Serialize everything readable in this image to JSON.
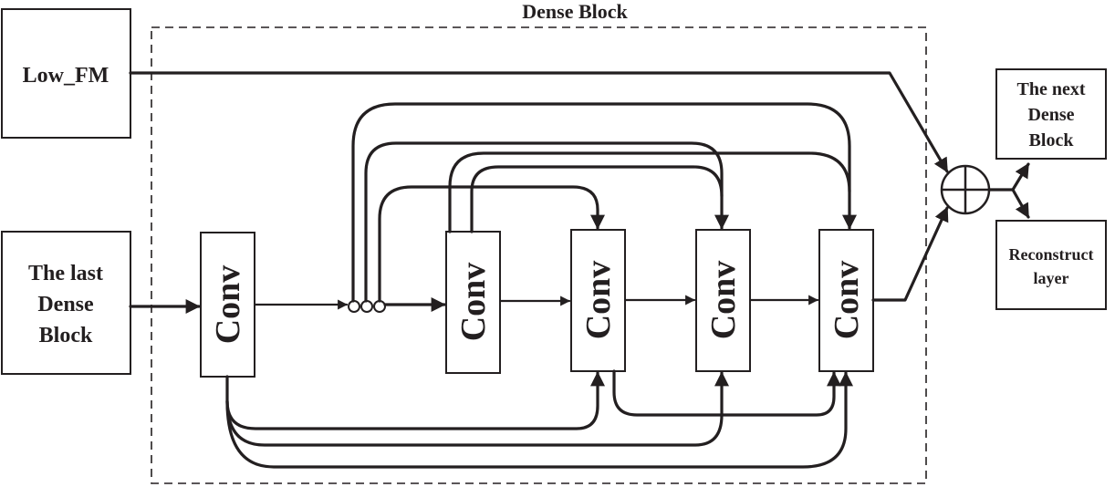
{
  "diagram": {
    "title": "Dense Block",
    "nodes": {
      "low_fm": {
        "label": "Low_FM"
      },
      "last_block": {
        "lines": [
          "The last",
          "Dense",
          "Block"
        ]
      },
      "next_block": {
        "lines": [
          "The next",
          "Dense",
          "Block"
        ]
      },
      "reconstruct": {
        "lines": [
          "Reconstruct",
          "layer"
        ]
      },
      "convs": [
        {
          "label": "Conv"
        },
        {
          "label": "Conv"
        },
        {
          "label": "Conv"
        },
        {
          "label": "Conv"
        },
        {
          "label": "Conv"
        }
      ],
      "sum": {
        "symbol": "⊕",
        "meaning": "element-wise sum"
      },
      "ellipsis": {
        "meaning": "concatenation nodes"
      }
    },
    "edges": [
      {
        "from": "The last Dense Block",
        "to": "Conv 1"
      },
      {
        "from": "Conv 1",
        "to": "concatenation nodes"
      },
      {
        "from": "concatenation nodes",
        "to": "Conv 2"
      },
      {
        "from": "Conv 2",
        "to": "Conv 3"
      },
      {
        "from": "Conv 3",
        "to": "Conv 4"
      },
      {
        "from": "Conv 4",
        "to": "Conv 5"
      },
      {
        "from": "Conv 5",
        "to": "sum"
      },
      {
        "from": "Low_FM",
        "to": "sum"
      },
      {
        "from": "sum",
        "to": "The next Dense Block"
      },
      {
        "from": "sum",
        "to": "Reconstruct layer"
      },
      {
        "from": "concatenation nodes",
        "to": "Conv 3",
        "route": "top"
      },
      {
        "from": "concatenation nodes",
        "to": "Conv 4",
        "route": "top"
      },
      {
        "from": "concatenation nodes",
        "to": "Conv 5",
        "route": "top"
      },
      {
        "from": "Conv 2",
        "to": "Conv 4",
        "route": "top"
      },
      {
        "from": "Conv 2",
        "to": "Conv 5",
        "route": "top"
      },
      {
        "from": "Conv 1",
        "to": "Conv 3",
        "route": "bottom"
      },
      {
        "from": "Conv 1",
        "to": "Conv 4",
        "route": "bottom"
      },
      {
        "from": "Conv 1",
        "to": "Conv 5",
        "route": "bottom"
      },
      {
        "from": "Conv 3",
        "to": "Conv 5",
        "route": "bottom"
      }
    ]
  }
}
